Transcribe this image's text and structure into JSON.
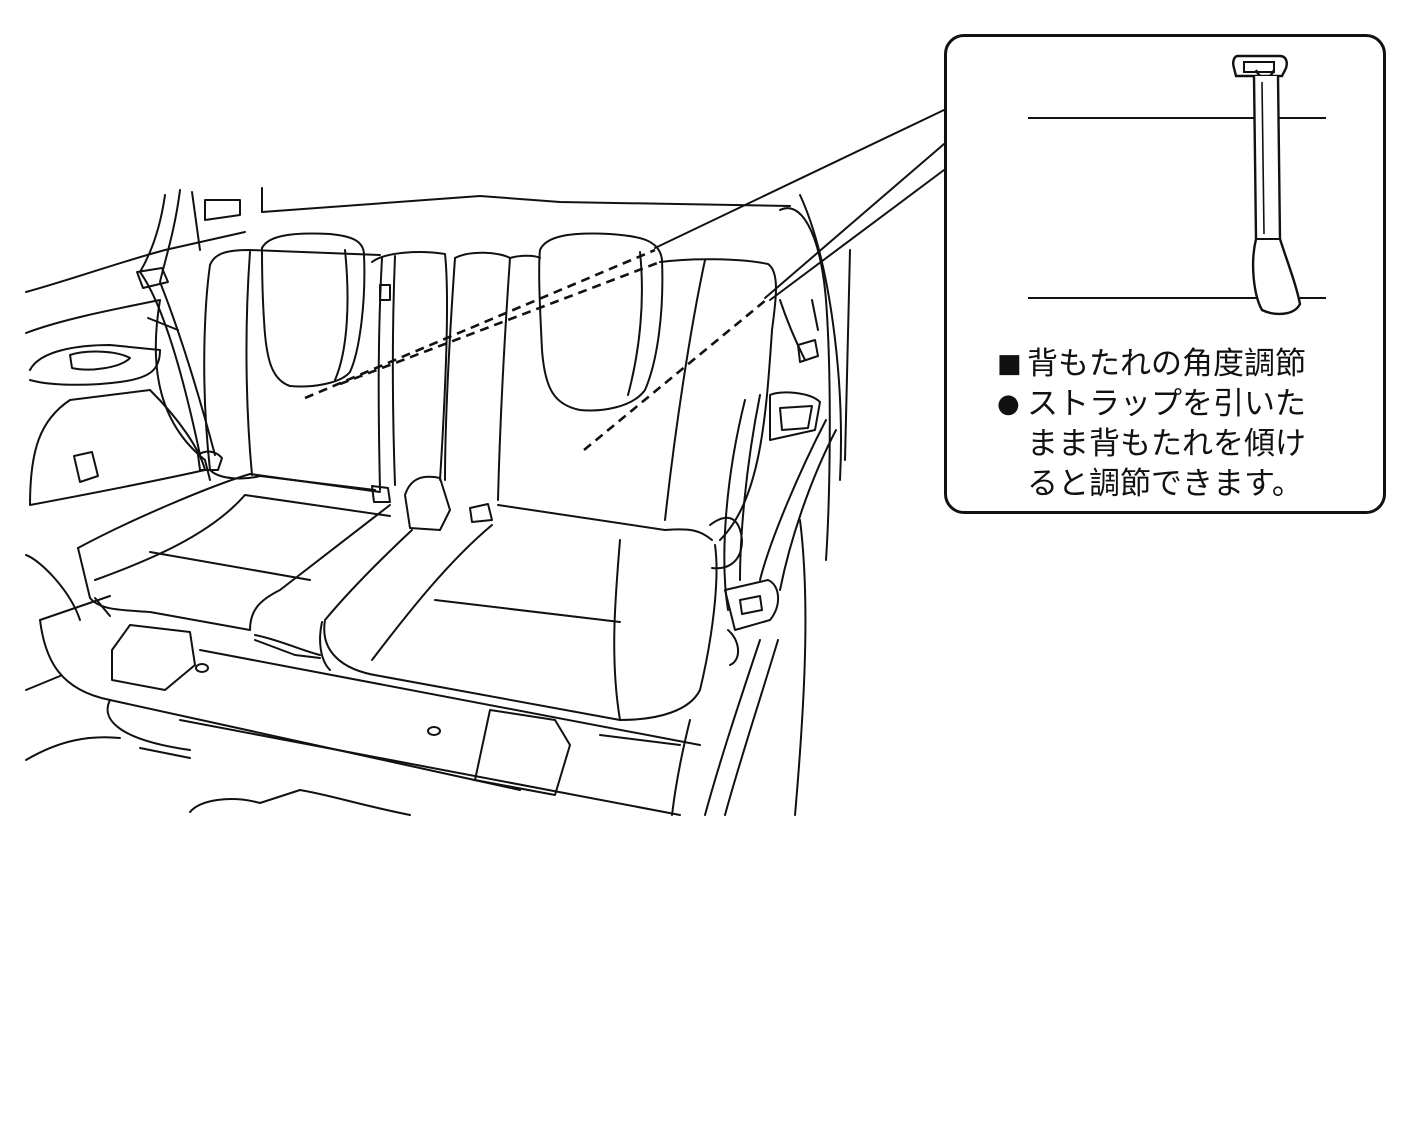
{
  "callout": {
    "heading": "背もたれの角度調節",
    "heading_marker": "■",
    "bullet_marker": "●",
    "instruction_lines": [
      "ストラップを引いた",
      "まま背もたれを傾け",
      "ると調節できます。"
    ]
  },
  "icons": [
    "rear-seat-illustration",
    "seatbelt-icon",
    "recline-strap-icon"
  ],
  "colors": {
    "line": "#111111",
    "background": "#ffffff"
  }
}
